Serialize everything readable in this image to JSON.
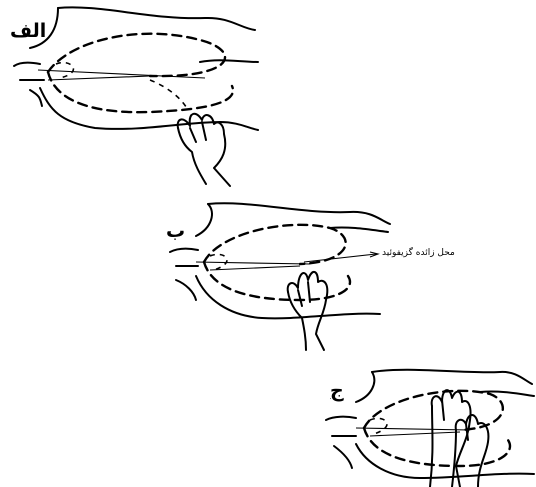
{
  "panels": [
    {
      "label": "الف"
    },
    {
      "label": "ب",
      "callout": "محل زائده گزیفوئید"
    },
    {
      "label": "ج"
    }
  ]
}
